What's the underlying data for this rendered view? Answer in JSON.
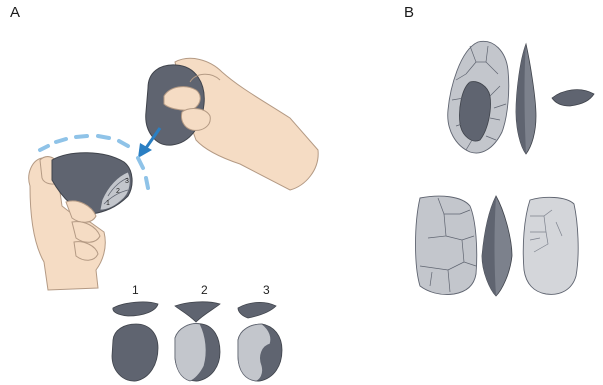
{
  "panels": {
    "a_label": "A",
    "b_label": "B"
  },
  "sequence_labels": [
    "1",
    "2",
    "3"
  ],
  "flake_scar_labels": [
    "1",
    "2",
    "3"
  ],
  "colors": {
    "stone_dark": "#5f6470",
    "stone_mid": "#7c818c",
    "stone_light": "#c3c6cc",
    "stone_lighter": "#d4d6da",
    "skin": "#f5dcc4",
    "skin_outline": "#b49a84",
    "arrow": "#2a7fc3",
    "dash_arc": "#8fc3e8"
  },
  "icons": [
    "hand-holding-hammerstone",
    "hand-holding-core",
    "strike-direction-arrow",
    "rotation-arc"
  ]
}
